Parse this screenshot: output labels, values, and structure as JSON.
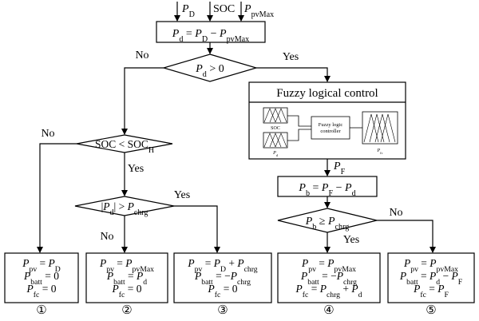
{
  "inputs": {
    "p_d": {
      "v": "P",
      "s": "D"
    },
    "soc": "SOC",
    "p_pvmax": {
      "v": "P",
      "s": "pvMax"
    }
  },
  "top_box": {
    "lhs": {
      "v": "P",
      "s": "d"
    },
    "rhs1": {
      "v": "P",
      "s": "D"
    },
    "rhs2": {
      "v": "P",
      "s": "pvMax"
    }
  },
  "decision_pd": {
    "lhs": {
      "v": "P",
      "s": "d"
    },
    "rest": " > 0"
  },
  "labels": {
    "no": "No",
    "yes": "Yes"
  },
  "decision_soc": {
    "left": "SOC < SOC",
    "sub": "H"
  },
  "decision_abs": {
    "abs": "|P",
    "abs_sub": "d",
    "bar": "|",
    "gt": " > P",
    "sub": "chrg"
  },
  "fuzzy": {
    "title": "Fuzzy logical control",
    "soc_label": "SOC",
    "pd_label": {
      "v": "P",
      "s": "d"
    },
    "controller_line1": "Fuzzy logic",
    "controller_line2": "controller",
    "out_label": {
      "v": "P",
      "s": "fc"
    }
  },
  "pf_arrow": {
    "v": "P",
    "s": "F"
  },
  "pb_box": {
    "lhs": {
      "v": "P",
      "s": "b"
    },
    "r1": {
      "v": "P",
      "s": "F"
    },
    "r2": {
      "v": "P",
      "s": "d"
    }
  },
  "decision_pb": {
    "lhs": {
      "v": "P",
      "s": "b"
    },
    "op": " ≥ ",
    "rhs": {
      "v": "P",
      "s": "chrg"
    }
  },
  "outcomes": [
    {
      "id": "1",
      "lines": [
        {
          "a": {
            "v": "P",
            "s": "pv"
          },
          "eq": " = ",
          "b": {
            "v": "P",
            "s": "D"
          }
        },
        {
          "a": {
            "v": "P",
            "s": "batt"
          },
          "eq": " = 0"
        },
        {
          "a": {
            "v": "P",
            "s": "fc"
          },
          "eq": " = 0"
        }
      ]
    },
    {
      "id": "2",
      "lines": [
        {
          "a": {
            "v": "P",
            "s": "pv"
          },
          "eq": " = ",
          "b": {
            "v": "P",
            "s": "pvMax"
          }
        },
        {
          "a": {
            "v": "P",
            "s": "batt"
          },
          "eq": " = ",
          "b": {
            "v": "P",
            "s": "d"
          }
        },
        {
          "a": {
            "v": "P",
            "s": "fc"
          },
          "eq": " = 0"
        }
      ]
    },
    {
      "id": "3",
      "lines": [
        {
          "a": {
            "v": "P",
            "s": "pv"
          },
          "eq": " = ",
          "b": {
            "v": "P",
            "s": "D"
          },
          "op": " + ",
          "c": {
            "v": "P",
            "s": "chrg"
          }
        },
        {
          "a": {
            "v": "P",
            "s": "batt"
          },
          "eq": " = −",
          "b": {
            "v": "P",
            "s": "chrg"
          }
        },
        {
          "a": {
            "v": "P",
            "s": "fc"
          },
          "eq": " = 0"
        }
      ]
    },
    {
      "id": "4",
      "lines": [
        {
          "a": {
            "v": "P",
            "s": "pv"
          },
          "eq": " = ",
          "b": {
            "v": "P",
            "s": "pvMax"
          }
        },
        {
          "a": {
            "v": "P",
            "s": "batt"
          },
          "eq": " = −",
          "b": {
            "v": "P",
            "s": "chrg"
          }
        },
        {
          "a": {
            "v": "P",
            "s": "fc"
          },
          "eq": " = ",
          "b": {
            "v": "P",
            "s": "chrg"
          },
          "op": " + ",
          "c": {
            "v": "P",
            "s": "d"
          }
        }
      ]
    },
    {
      "id": "5",
      "lines": [
        {
          "a": {
            "v": "P",
            "s": "pv"
          },
          "eq": " = ",
          "b": {
            "v": "P",
            "s": "pvMax"
          }
        },
        {
          "a": {
            "v": "P",
            "s": "batt"
          },
          "eq": " = ",
          "b": {
            "v": "P",
            "s": "d"
          },
          "op": " − ",
          "c": {
            "v": "P",
            "s": "F"
          }
        },
        {
          "a": {
            "v": "P",
            "s": "fc"
          },
          "eq": " = ",
          "b": {
            "v": "P",
            "s": "F"
          }
        }
      ]
    }
  ],
  "circled": [
    "①",
    "②",
    "③",
    "④",
    "⑤"
  ]
}
